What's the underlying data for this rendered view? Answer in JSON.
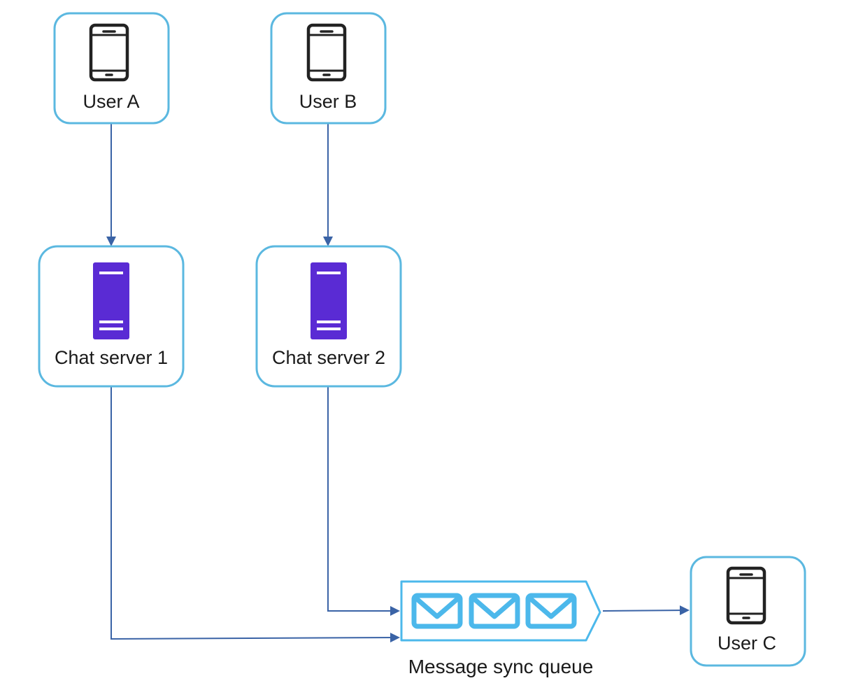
{
  "nodes": {
    "user_a": {
      "label": "User A"
    },
    "user_b": {
      "label": "User B"
    },
    "chat_server_1": {
      "label": "Chat server 1"
    },
    "chat_server_2": {
      "label": "Chat server 2"
    },
    "user_c": {
      "label": "User C"
    }
  },
  "queue": {
    "label": "Message sync queue"
  },
  "colors": {
    "node_border": "#5bb8e0",
    "arrow": "#3a63a6",
    "server": "#5a2bd4",
    "phone": "#222222",
    "queue": "#4cb8eb"
  },
  "icons": {
    "phone": "smartphone-icon",
    "server": "server-icon",
    "queue": "envelope-icon"
  }
}
